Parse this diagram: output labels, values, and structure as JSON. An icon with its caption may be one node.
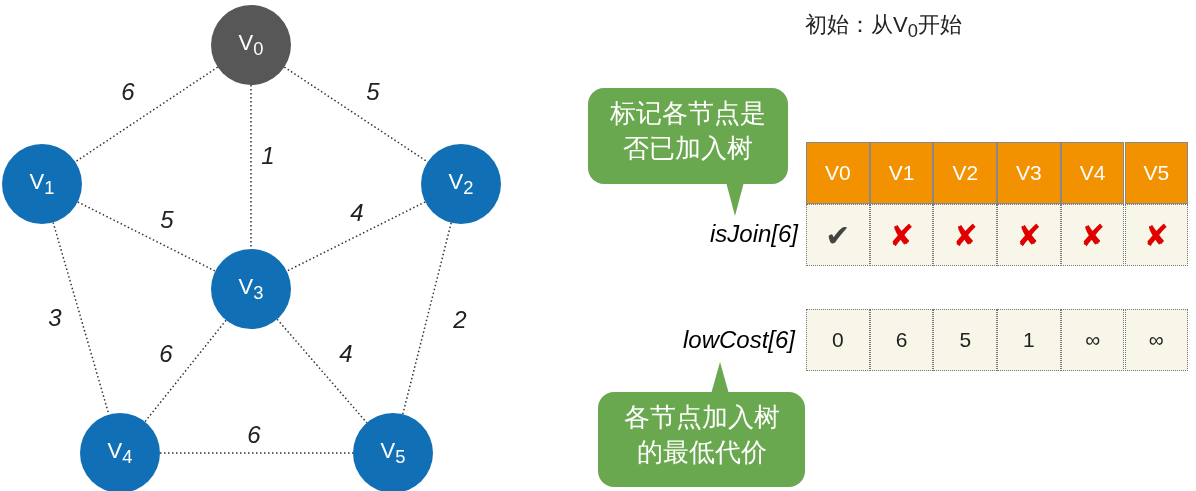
{
  "diagram": {
    "nodes": [
      {
        "text": [
          "V$_{0}$"
        ]
      },
      {
        "text": [
          "V$_{1}$"
        ]
      },
      {
        "text": [
          "V$_{2}$"
        ]
      },
      {
        "text": [
          "V$_{3}$"
        ]
      },
      {
        "text": [
          "V$_{4}$"
        ]
      },
      {
        "text": [
          "V$_{5}$"
        ]
      },
      {
        "text": [
          "标记各节点是否已加入树"
        ]
      },
      {
        "text": [
          "各节点加入树的最低代价"
        ]
      }
    ],
    "edges": [
      {
        "from": 0,
        "to": 1,
        "arrow": "none",
        "label": "6"
      },
      {
        "from": 0,
        "to": 2,
        "arrow": "none",
        "label": "5"
      },
      {
        "from": 0,
        "to": 3,
        "arrow": "none",
        "label": "1"
      },
      {
        "from": 1,
        "to": 3,
        "arrow": "none",
        "label": "5"
      },
      {
        "from": 2,
        "to": 3,
        "arrow": "none",
        "label": "4"
      },
      {
        "from": 1,
        "to": 4,
        "arrow": "none",
        "label": "3"
      },
      {
        "from": 2,
        "to": 5,
        "arrow": "none",
        "label": "2"
      },
      {
        "from": 3,
        "to": 4,
        "arrow": "none",
        "label": "6"
      },
      {
        "from": 3,
        "to": 5,
        "arrow": "none",
        "label": "4"
      },
      {
        "from": 4,
        "to": 5,
        "arrow": "none",
        "label": "6"
      }
    ],
    "labels": [
      "初始：从V$_{0}$开始",
      "V0",
      "V1",
      "V2",
      "V3",
      "V4",
      "V5",
      "isJoin[6]",
      "✔",
      "✘",
      "✘",
      "✘",
      "✘",
      "✘",
      "lowCost[6]",
      "0",
      "6",
      "5",
      "1",
      "∞",
      "∞"
    ]
  }
}
